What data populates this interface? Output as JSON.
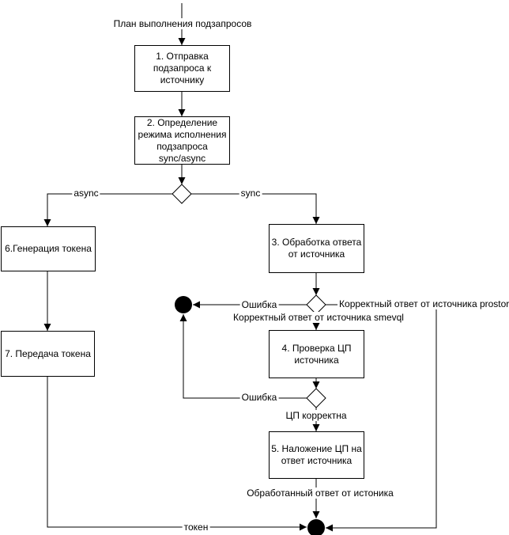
{
  "flowchart": {
    "start_label": "План выполнения подзапросов",
    "nodes": {
      "n1": {
        "label": "1. Отправка\nподзапроса к\nисточнику"
      },
      "n2": {
        "label": "2. Определение\nрежима исполнения\nподзапроса\nsync/async"
      },
      "n3": {
        "label": "3. Обработка ответа\nот источника"
      },
      "n4": {
        "label": "4. Проверка ЦП\nисточника"
      },
      "n5": {
        "label": "5. Наложение ЦП на\nответ источника"
      },
      "n6": {
        "label": "6.Генерация токена"
      },
      "n7": {
        "label": "7. Передача токена"
      }
    },
    "edge_labels": {
      "async_branch": "async",
      "sync_branch": "sync",
      "error_from_response": "Ошибка",
      "correct_response_prostore": "Корректный ответ от источника prostore",
      "correct_response_smevql": "Корректный ответ от источника smevql",
      "error_from_signature_check": "Ошибка",
      "signature_correct": "ЦП корректна",
      "processed_response": "Обработанный ответ от истоника",
      "token": "токен"
    },
    "colors": {
      "line": "#000000",
      "node_fill": "#ffffff",
      "node_border": "#000000",
      "terminal_fill": "#000000",
      "background": "#ffffff"
    }
  }
}
